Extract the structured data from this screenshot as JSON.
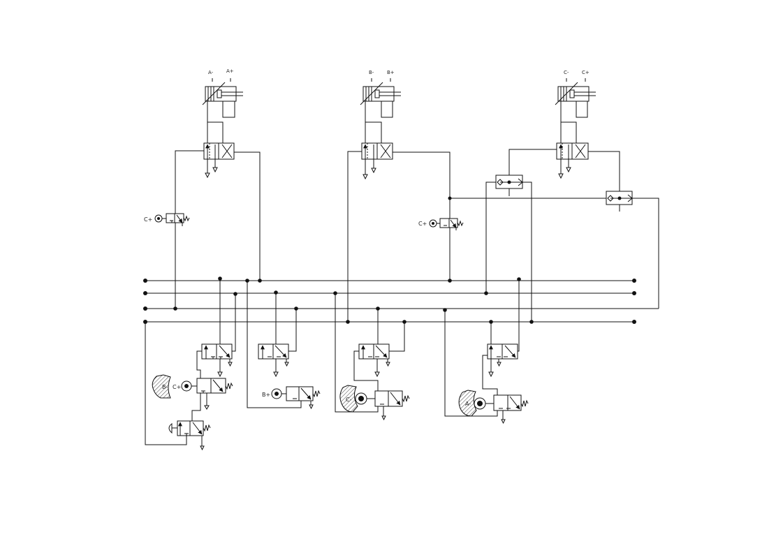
{
  "diagram": {
    "cylinders": [
      {
        "id": "A",
        "minus_label": "A-",
        "plus_label": "A+"
      },
      {
        "id": "B",
        "minus_label": "B-",
        "plus_label": "B+"
      },
      {
        "id": "C",
        "minus_label": "C-",
        "plus_label": "C+"
      }
    ],
    "sensor_labels": {
      "c_plus_left": "C+",
      "c_plus_middle": "C+",
      "b_minus": "B-",
      "c_plus_bottom": "C+",
      "b_plus": "B+",
      "c_minus": "C-",
      "a_minus": "A-"
    }
  }
}
